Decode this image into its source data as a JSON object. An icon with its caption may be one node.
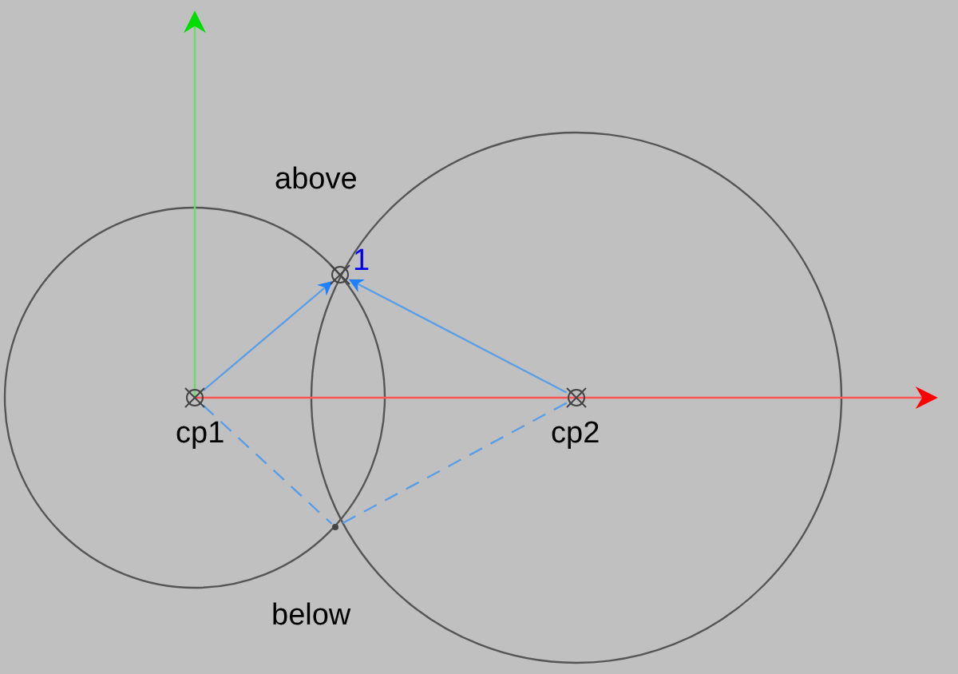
{
  "diagram": {
    "nodes": [
      {
        "text": [
          "cp1"
        ]
      },
      {
        "text": [
          "cp2"
        ]
      },
      {
        "text": [
          "1"
        ]
      },
      {
        "text": [],
        "shape": "point"
      }
    ],
    "edges": [
      {
        "from": 0,
        "to": 2,
        "arrow": "to"
      },
      {
        "from": 1,
        "to": 2,
        "arrow": "to"
      },
      {
        "from": 0,
        "to": 3,
        "arrow": "none",
        "style": "dashed"
      },
      {
        "from": 1,
        "to": 3,
        "arrow": "none",
        "style": "dashed"
      }
    ],
    "labels": [
      "above",
      "below"
    ]
  }
}
